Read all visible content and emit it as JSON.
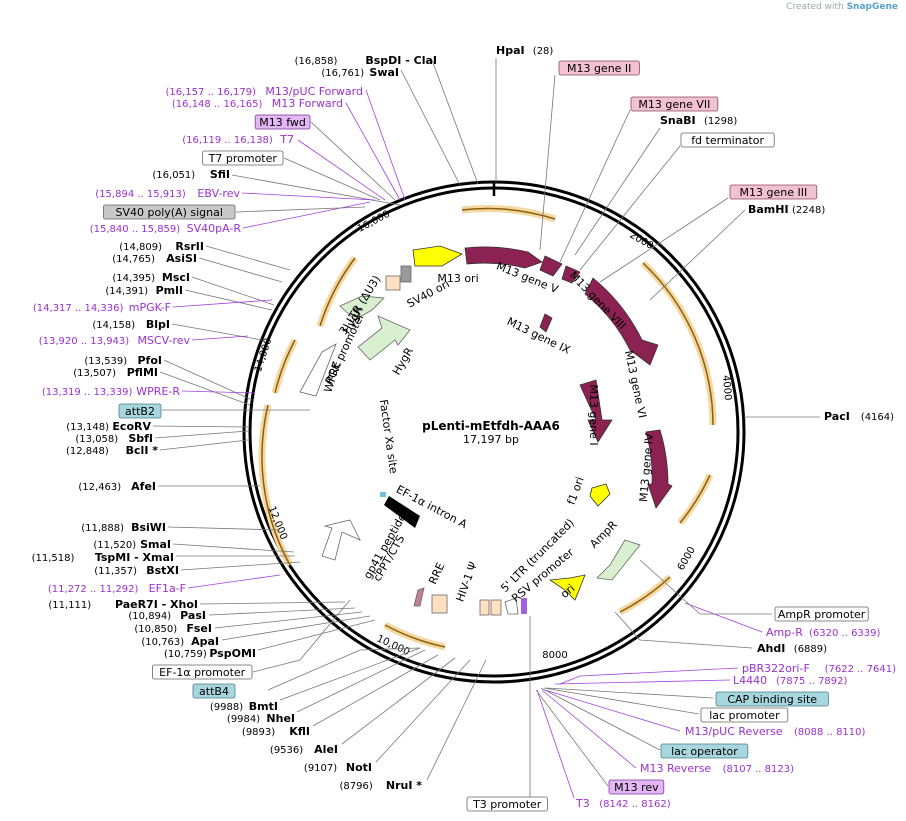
{
  "credit": {
    "prefix": "Created with",
    "brand": "SnapGene"
  },
  "plasmid": {
    "name": "pLenti-mEtfdh-AAA6",
    "size_label": "17,197 bp",
    "length": 17197
  },
  "ticks": [
    "2000",
    "4000",
    "6000",
    "8000",
    "10,000",
    "12,000",
    "14,000",
    "16,000"
  ],
  "sites": [
    {
      "name": "HpaI",
      "pos": "(28)",
      "side": "r"
    },
    {
      "name": "SnaBI",
      "pos": "(1298)",
      "side": "r"
    },
    {
      "name": "BamHI",
      "pos": "(2248)",
      "side": "r"
    },
    {
      "name": "PacI",
      "pos": "(4164)",
      "side": "r"
    },
    {
      "name": "AhdI",
      "pos": "(6889)",
      "side": "r"
    },
    {
      "name": "NruI *",
      "pos": "(8796)",
      "side": "l"
    },
    {
      "name": "NotI",
      "pos": "(9107)",
      "side": "l"
    },
    {
      "name": "AleI",
      "pos": "(9536)",
      "side": "l"
    },
    {
      "name": "KflI",
      "pos": "(9893)",
      "side": "l"
    },
    {
      "name": "NheI",
      "pos": "(9984)",
      "side": "l"
    },
    {
      "name": "BmtI",
      "pos": "(9988)",
      "side": "l"
    },
    {
      "name": "PspOMI",
      "pos": "(10,759)",
      "side": "l"
    },
    {
      "name": "ApaI",
      "pos": "(10,763)",
      "side": "l"
    },
    {
      "name": "FseI",
      "pos": "(10,850)",
      "side": "l"
    },
    {
      "name": "PasI",
      "pos": "(10,894)",
      "side": "l"
    },
    {
      "name": "PaeR7I  - XhoI",
      "pos": "(11,111)",
      "side": "l"
    },
    {
      "name": "BstXI",
      "pos": "(11,357)",
      "side": "l"
    },
    {
      "name": "TspMI  - XmaI",
      "pos": "(11,518)",
      "side": "l"
    },
    {
      "name": "SmaI",
      "pos": "(11,520)",
      "side": "l"
    },
    {
      "name": "BsiWI",
      "pos": "(11,888)",
      "side": "l"
    },
    {
      "name": "AfeI",
      "pos": "(12,463)",
      "side": "l"
    },
    {
      "name": "BclI *",
      "pos": "(12,848)",
      "side": "l"
    },
    {
      "name": "SbfI",
      "pos": "(13,058)",
      "side": "l"
    },
    {
      "name": "EcoRV",
      "pos": "(13,148)",
      "side": "l"
    },
    {
      "name": "PflMI",
      "pos": "(13,507)",
      "side": "l"
    },
    {
      "name": "PfoI",
      "pos": "(13,539)",
      "side": "l"
    },
    {
      "name": "BlpI",
      "pos": "(14,158)",
      "side": "l"
    },
    {
      "name": "PmlI",
      "pos": "(14,391)",
      "side": "l"
    },
    {
      "name": "MscI",
      "pos": "(14,395)",
      "side": "l"
    },
    {
      "name": "AsiSI",
      "pos": "(14,765)",
      "side": "l"
    },
    {
      "name": "RsrII",
      "pos": "(14,809)",
      "side": "l"
    },
    {
      "name": "SfiI",
      "pos": "(16,051)",
      "side": "l"
    },
    {
      "name": "SwaI",
      "pos": "(16,761)",
      "side": "l"
    },
    {
      "name": "BspDI  - ClaI",
      "pos": "(16,858)",
      "side": "l"
    }
  ],
  "primers": [
    {
      "name": "Amp-R",
      "pos": "(6320 .. 6339)"
    },
    {
      "name": "pBR322ori-F",
      "pos": "(7622 .. 7641)"
    },
    {
      "name": "L4440",
      "pos": "(7875 .. 7892)"
    },
    {
      "name": "M13/pUC Reverse",
      "pos": "(8088 .. 8110)"
    },
    {
      "name": "M13 Reverse",
      "pos": "(8107 .. 8123)"
    },
    {
      "name": "T3",
      "pos": "(8142 .. 8162)"
    },
    {
      "name": "EF1a-F",
      "pos": "(11,272 .. 11,292)"
    },
    {
      "name": "WPRE-R",
      "pos": "(13,319 .. 13,339)"
    },
    {
      "name": "MSCV-rev",
      "pos": "(13,920 .. 13,943)"
    },
    {
      "name": "mPGK-F",
      "pos": "(14,317 .. 14,336)"
    },
    {
      "name": "SV40pA-R",
      "pos": "(15,840 .. 15,859)"
    },
    {
      "name": "EBV-rev",
      "pos": "(15,894 .. 15,913)"
    },
    {
      "name": "T7",
      "pos": "(16,119 .. 16,138)"
    },
    {
      "name": "M13 Forward",
      "pos": "(16,148 .. 16,165)"
    },
    {
      "name": "M13/pUC Forward",
      "pos": "(16,157 .. 16,179)"
    }
  ],
  "boxed_features": [
    {
      "name": "M13 gene II",
      "style": "pink"
    },
    {
      "name": "M13 gene VII",
      "style": "pink"
    },
    {
      "name": "fd terminator",
      "style": "white"
    },
    {
      "name": "M13 gene III",
      "style": "pink"
    },
    {
      "name": "AmpR promoter",
      "style": "white"
    },
    {
      "name": "CAP binding site",
      "style": "teal"
    },
    {
      "name": "lac promoter",
      "style": "white"
    },
    {
      "name": "lac operator",
      "style": "teal"
    },
    {
      "name": "M13 rev",
      "style": "violet"
    },
    {
      "name": "T3 promoter",
      "style": "white"
    },
    {
      "name": "attB4",
      "style": "teal"
    },
    {
      "name": "EF-1α promoter",
      "style": "white"
    },
    {
      "name": "attB2",
      "style": "teal"
    },
    {
      "name": "SV40 poly(A) signal",
      "style": "gray"
    },
    {
      "name": "T7 promoter",
      "style": "white"
    },
    {
      "name": "M13 fwd",
      "style": "violet"
    }
  ],
  "inner_labels": [
    "M13 ori",
    "M13 gene V",
    "M13 gene VIII",
    "M13 gene IX",
    "M13 gene VI",
    "M13 gene I",
    "M13 gene IV",
    "f1 ori",
    "AmpR",
    "ori",
    "RSV promoter",
    "5' LTR (truncated)",
    "HIV-1 Ψ",
    "RRE",
    "gp41 peptide",
    "cPPT/CTS",
    "EF-1α intron A",
    "Factor Xa site",
    "WPRE",
    "PGK promoter",
    "HygR",
    "HygR",
    "3' LTR (ΔU3)",
    "SV40 ori"
  ],
  "colors": {
    "feature_main": "#8b2252",
    "ori": "#ffff00",
    "resistance": "#d8f0d0",
    "orf": "#f0b040",
    "primer": "#9b30d0",
    "teal_box": "#a8d8e0",
    "pink_box": "#f0c0d0",
    "violet_box": "#e0b0f0"
  }
}
